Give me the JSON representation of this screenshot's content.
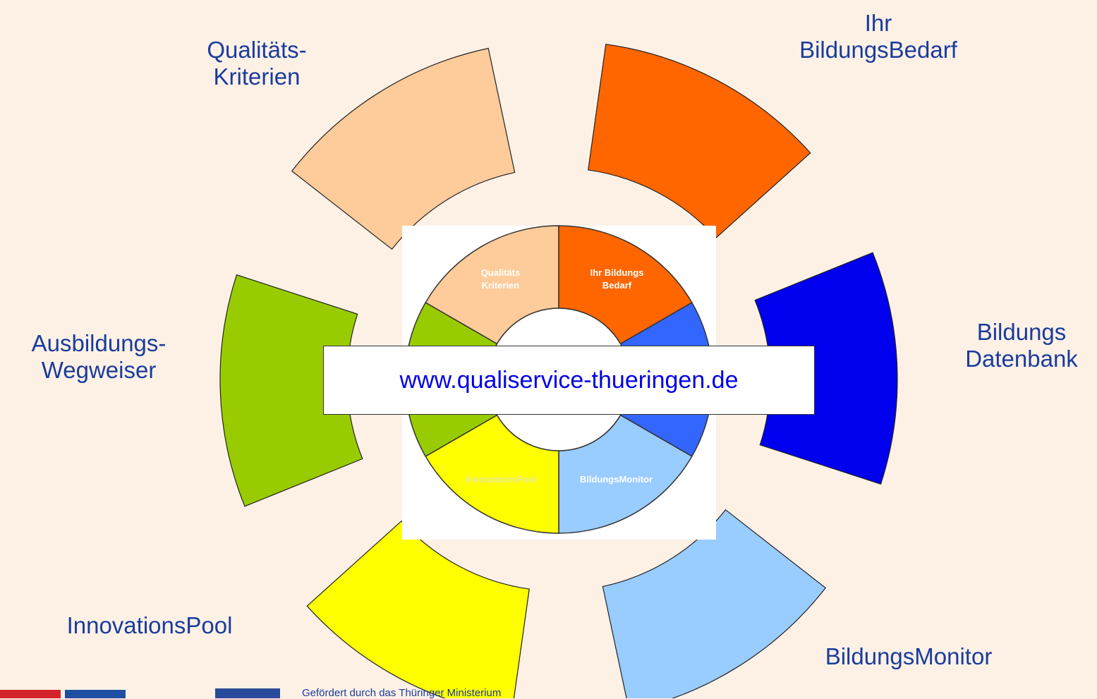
{
  "segments": [
    {
      "id": "qualitaet",
      "label": [
        "Qualitäts-",
        "Kriterien"
      ],
      "inner": [
        "Qualitäts",
        "Kriterien"
      ],
      "outer_color": "#fecb9a",
      "inner_color": "#fecb9a",
      "inner_text_color": "#ffffff"
    },
    {
      "id": "bedarf",
      "label": [
        "Ihr",
        "BildungsBedarf"
      ],
      "inner": [
        "Ihr Bildungs",
        "Bedarf"
      ],
      "outer_color": "#ff6600",
      "inner_color": "#ff6600",
      "inner_text_color": "#ffffff"
    },
    {
      "id": "datenbank",
      "label": [
        "Bildungs",
        "Datenbank"
      ],
      "inner": [],
      "outer_color": "#0000ee",
      "inner_color": "#3366ff",
      "inner_text_color": "#ffffff"
    },
    {
      "id": "monitor",
      "label": [
        "BildungsMonitor"
      ],
      "inner": [
        "BildungsMonitor"
      ],
      "outer_color": "#99ccff",
      "inner_color": "#99ccff",
      "inner_text_color": "#ffffff"
    },
    {
      "id": "innovation",
      "label": [
        "InnovationsPool"
      ],
      "inner": [
        "InnovationsPool"
      ],
      "outer_color": "#ffff00",
      "inner_color": "#ffff00",
      "inner_text_color": "#e8e8a0"
    },
    {
      "id": "wegweiser",
      "label": [
        "Ausbildungs-",
        "Wegweiser"
      ],
      "inner": [],
      "outer_color": "#99cc00",
      "inner_color": "#99cc00",
      "inner_text_color": "#ffffff"
    }
  ],
  "url": "www.qualiservice-thueringen.de",
  "footer": "Gefördert durch das Thüringer Ministerium",
  "colors": {
    "background": "#fdf1e6",
    "label": "#1a3c9c",
    "link": "#0000e6"
  }
}
